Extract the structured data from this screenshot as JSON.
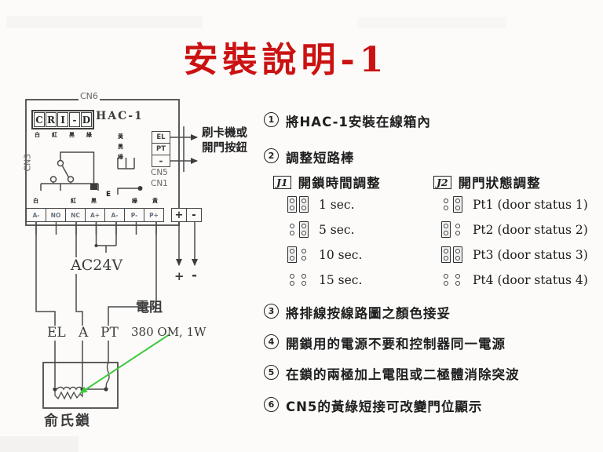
{
  "title": "安裝說明-1",
  "diagram": {
    "device": "HAC-1",
    "connector_top_label": "CN6",
    "connector_top_cells": [
      "C",
      "R",
      "I",
      "-",
      "D"
    ],
    "connector_left_label": "CN3",
    "cn5_block": {
      "cells": [
        "EL",
        "PT",
        "-"
      ],
      "label": "CN5",
      "sub_label": "CN1"
    },
    "reader_note": {
      "line1": "刷卡機或",
      "line2": "開門按鈕"
    },
    "terminal_cells": [
      "A-",
      "NO",
      "NC",
      "A+",
      "A-",
      "P-",
      "P+"
    ],
    "dc_cells": [
      "+",
      "-"
    ],
    "dc_out_signs": [
      "+",
      "-"
    ],
    "power_label": "AC24V",
    "wire_labels": [
      "EL",
      "A",
      "PT"
    ],
    "resistor_title": "電阻",
    "resistor_value": "380 OM, 1W",
    "lock_label": "俞氏鎖",
    "wire_marks_top": [
      "白",
      "紅",
      "黑",
      "綠"
    ],
    "wire_marks_cn5": [
      "黃",
      "黑",
      "綠"
    ],
    "wire_marks_mid": [
      "白",
      "紅",
      "黑",
      "綠",
      "黃"
    ],
    "mark_e": "E",
    "accent_green": "#3fc93f",
    "line_color": "#4a4a4a"
  },
  "steps": [
    {
      "num": "1",
      "text": "將HAC-1安裝在線箱內"
    },
    {
      "num": "2",
      "text": "調整短路棒"
    },
    {
      "num": "3",
      "text": "將排線按線路圖之顏色接妥"
    },
    {
      "num": "4",
      "text": "開鎖用的電源不要和控制器同一電源"
    },
    {
      "num": "5",
      "text": "在鎖的兩極加上電阻或二極體消除突波"
    },
    {
      "num": "6",
      "text": "CN5的黃綠短接可改變門位顯示"
    }
  ],
  "jumpers": {
    "j1": {
      "badge": "J1",
      "title": "開鎖時間調整",
      "options": [
        {
          "label": "1 sec.",
          "state": "both"
        },
        {
          "label": "5 sec.",
          "state": "right"
        },
        {
          "label": "10 sec.",
          "state": "left"
        },
        {
          "label": "15 sec.",
          "state": "none"
        }
      ]
    },
    "j2": {
      "badge": "J2",
      "title": "開門狀態調整",
      "options": [
        {
          "label": "Pt1 (door status 1)",
          "state": "right"
        },
        {
          "label": "Pt2 (door status 2)",
          "state": "left"
        },
        {
          "label": "Pt3 (door status 3)",
          "state": "both"
        },
        {
          "label": "Pt4 (door status 4)",
          "state": "none"
        }
      ]
    }
  }
}
